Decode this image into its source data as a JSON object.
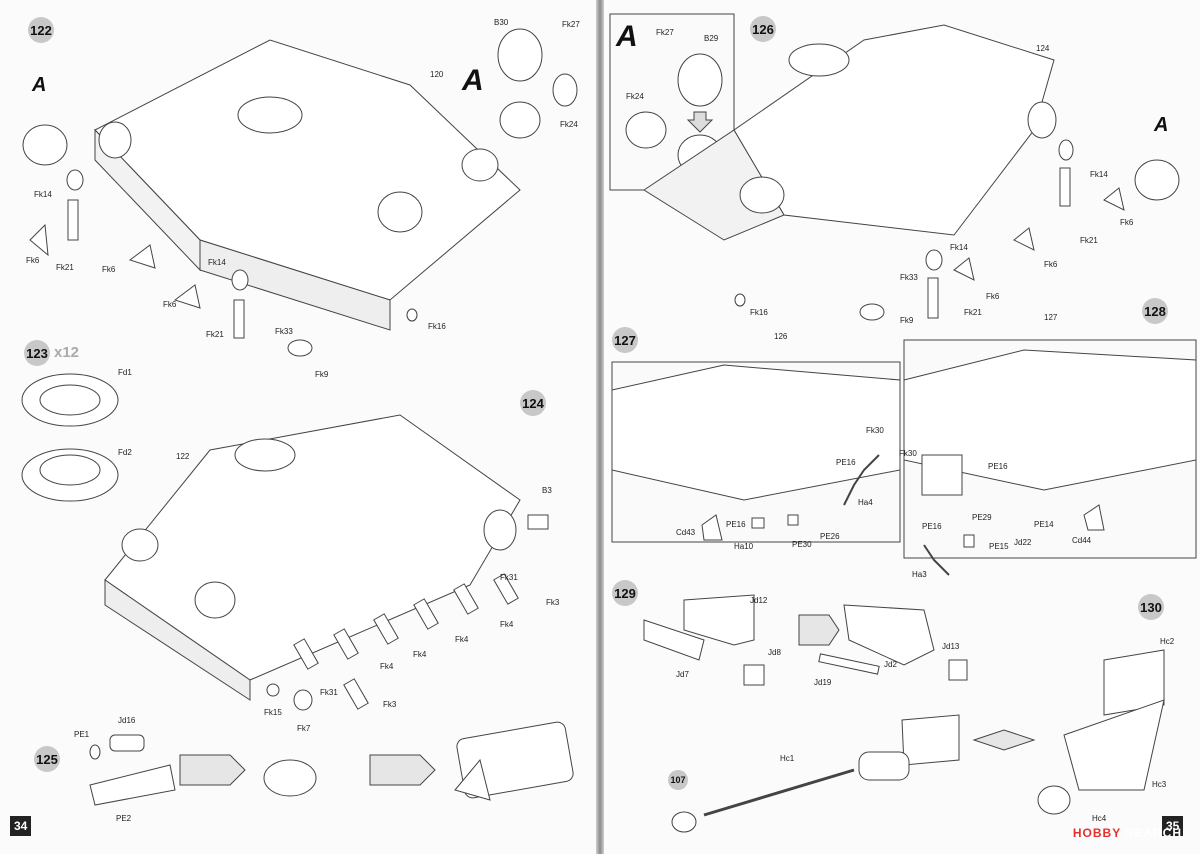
{
  "left": {
    "page_number": "34",
    "steps": [
      "122",
      "123",
      "124",
      "125"
    ],
    "step123_multiplier": "x12",
    "detail_mark": "A",
    "labels_122": [
      "Fk27",
      "B30",
      "Fk24",
      "120",
      "Fk14",
      "Fk6",
      "Fk21",
      "Fk6",
      "Fk14",
      "Fk6",
      "Fk21",
      "Fk33",
      "Fk9",
      "Fk16"
    ],
    "labels_123": [
      "Fd1",
      "Fd2"
    ],
    "labels_124": [
      "122",
      "B3",
      "Fk31",
      "Fk3",
      "Fk4",
      "Fk4",
      "Fk4",
      "Fk4",
      "Fk31",
      "Fk3",
      "Fk15",
      "Fk7"
    ],
    "labels_125": [
      "Jd16",
      "PE1",
      "PE2"
    ]
  },
  "right": {
    "page_number": "35",
    "steps": [
      "126",
      "127",
      "128",
      "129",
      "130"
    ],
    "detail_mark": "A",
    "labels_126": [
      "Fk27",
      "B29",
      "Fk24",
      "124",
      "Fk14",
      "Fk6",
      "Fk21",
      "Fk6",
      "Fk14",
      "Fk6",
      "Fk33",
      "Fk21",
      "Fk9",
      "Fk16"
    ],
    "labels_127": [
      "126",
      "Fk30",
      "PE16",
      "Ha4",
      "Cd43",
      "PE16",
      "Ha10",
      "PE30",
      "PE26"
    ],
    "labels_128": [
      "127",
      "Fk30",
      "PE16",
      "PE29",
      "PE14",
      "Cd44",
      "PE16",
      "PE15",
      "Jd22",
      "Ha3"
    ],
    "labels_129": [
      "Jd12",
      "Jd7",
      "Jd8",
      "Jd13",
      "Jd2",
      "Jd19"
    ],
    "labels_130": [
      "Hc2",
      "Hc3",
      "Hc4",
      "Hc1",
      "107"
    ]
  },
  "watermark": {
    "brand": "HOBBY",
    "rest": " SEARCH"
  }
}
